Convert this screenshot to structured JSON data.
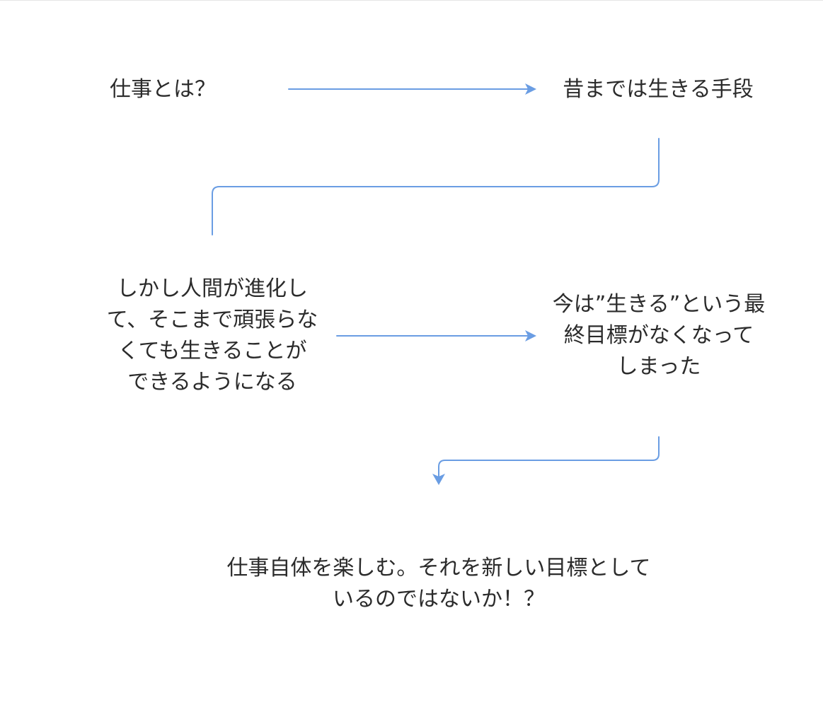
{
  "diagram": {
    "nodes": [
      {
        "id": "what-is-work",
        "lines": [
          "仕事とは？"
        ]
      },
      {
        "id": "means-of-living",
        "lines": [
          "昔までは生きる手段"
        ]
      },
      {
        "id": "humans-evolved",
        "lines": [
          "しかし人間が進化し",
          "て、そこまで頑張らな",
          "くても生きることが",
          "できるようになる"
        ]
      },
      {
        "id": "goal-lost",
        "lines": [
          "今は”生きる”という最",
          "終目標がなくなって",
          "しまった"
        ]
      },
      {
        "id": "enjoy-work",
        "lines": [
          "仕事自体を楽しむ。それを新しい目標として",
          "いるのではないか！？"
        ]
      }
    ],
    "edges": [
      {
        "from": "what-is-work",
        "to": "means-of-living"
      },
      {
        "from": "means-of-living",
        "to": "humans-evolved"
      },
      {
        "from": "humans-evolved",
        "to": "goal-lost"
      },
      {
        "from": "goal-lost",
        "to": "enjoy-work"
      }
    ],
    "colors": {
      "connector": "#6a9de3",
      "text": "#2b2b2b",
      "background": "#ffffff"
    }
  }
}
